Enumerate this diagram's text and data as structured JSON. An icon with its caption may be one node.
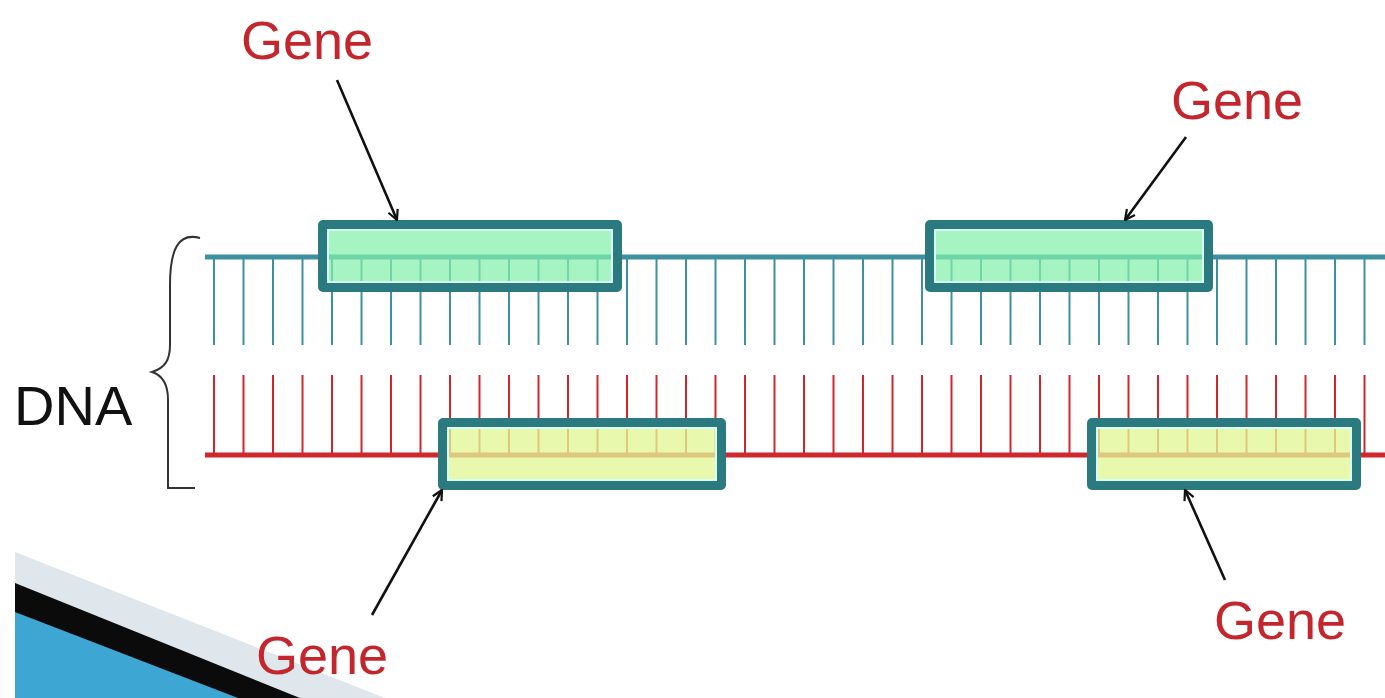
{
  "diagram": {
    "nodes": [
      {
        "text": [
          "Gene"
        ]
      },
      {
        "text": [
          "Gene"
        ]
      },
      {
        "text": [],
        "shape": "box"
      },
      {
        "text": [],
        "shape": "box"
      },
      {
        "text": [],
        "shape": "box"
      },
      {
        "text": [],
        "shape": "box"
      },
      {
        "text": [
          "Gene"
        ]
      },
      {
        "text": [
          "Gene"
        ]
      }
    ],
    "edges": [
      {
        "from": 0,
        "to": 2,
        "arrow": "to"
      },
      {
        "from": 1,
        "to": 3,
        "arrow": "to"
      },
      {
        "from": 6,
        "to": 4,
        "arrow": "to"
      },
      {
        "from": 7,
        "to": 5,
        "arrow": "to"
      }
    ],
    "labels": [
      "DNA"
    ]
  }
}
